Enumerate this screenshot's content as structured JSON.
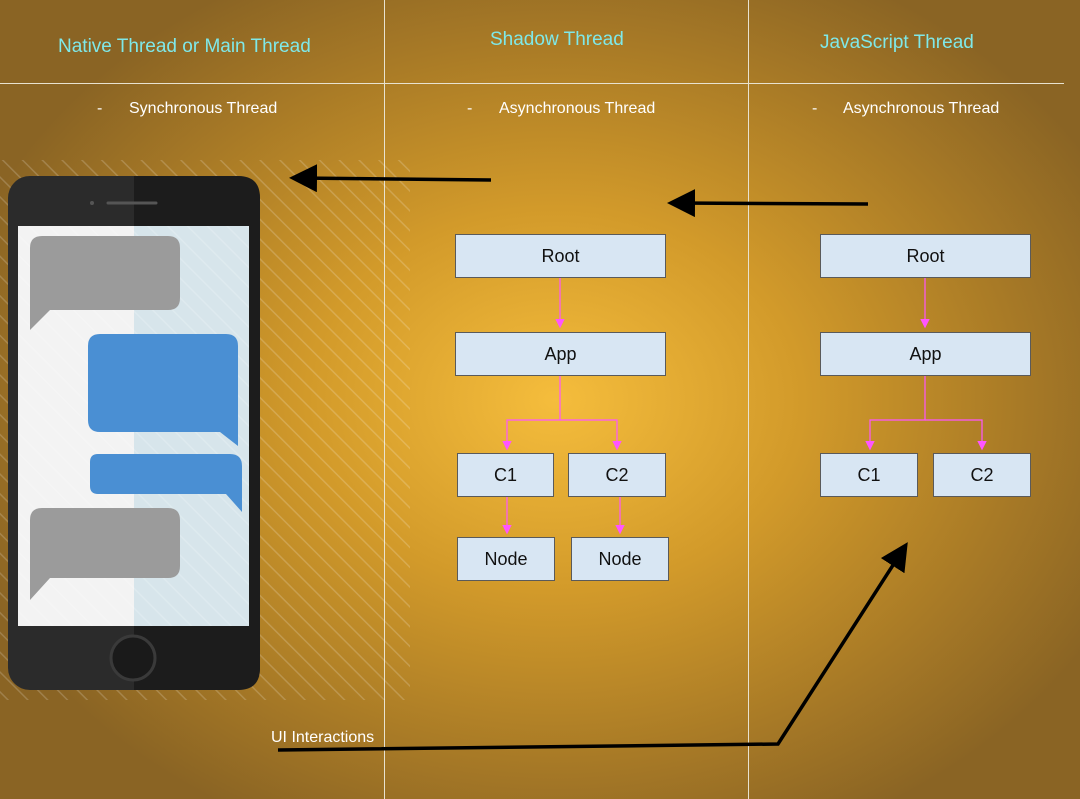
{
  "columns": [
    {
      "title": "Native Thread or Main Thread",
      "subtitle": "Synchronous Thread"
    },
    {
      "title": "Shadow Thread",
      "subtitle": "Asynchronous Thread"
    },
    {
      "title": "JavaScript Thread",
      "subtitle": "Asynchronous Thread"
    }
  ],
  "bullet": "-",
  "shadow_tree": {
    "root": "Root",
    "app": "App",
    "c1": "C1",
    "c2": "C2",
    "node1": "Node",
    "node2": "Node"
  },
  "js_tree": {
    "root": "Root",
    "app": "App",
    "c1": "C1",
    "c2": "C2"
  },
  "ui_interactions_label": "UI Interactions",
  "colors": {
    "title": "#7fe8e8",
    "connector": "#ff55ff",
    "arrow": "#000000",
    "box_fill": "#d8e6f3"
  }
}
